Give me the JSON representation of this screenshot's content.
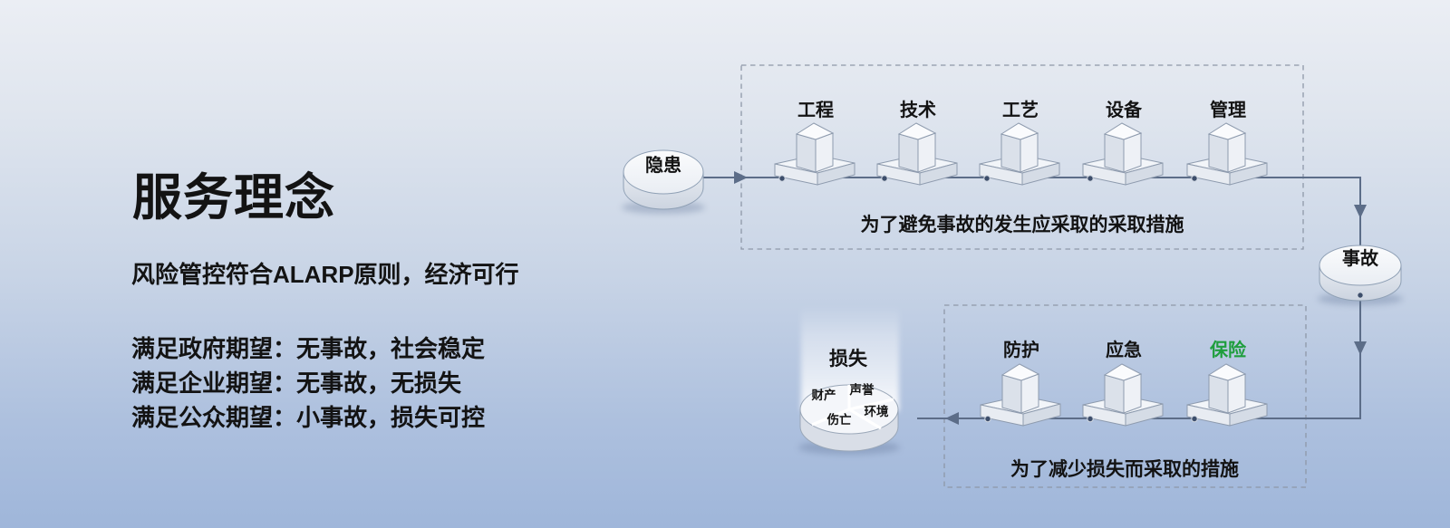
{
  "left_panel": {
    "title": "服务理念",
    "subtitle": "风险管控符合ALARP原则，经济可行",
    "expectations": [
      "满足政府期望：无事故，社会稳定",
      "满足企业期望：无事故，无损失",
      "满足公众期望：小事故，损失可控"
    ]
  },
  "diagram": {
    "hazard_node": {
      "label": "隐患"
    },
    "accident_node": {
      "label": "事故"
    },
    "loss_node": {
      "label": "损失",
      "segments": [
        "财产",
        "声誉",
        "环境",
        "伤亡"
      ]
    },
    "prevention_box": {
      "caption": "为了避免事故的发生应采取的采取措施",
      "measures": [
        "工程",
        "技术",
        "工艺",
        "设备",
        "管理"
      ]
    },
    "mitigation_box": {
      "caption": "为了减少损失而采取的措施",
      "measures": [
        "防护",
        "应急",
        "保险"
      ],
      "highlight_color": "#1f9e3d"
    }
  }
}
